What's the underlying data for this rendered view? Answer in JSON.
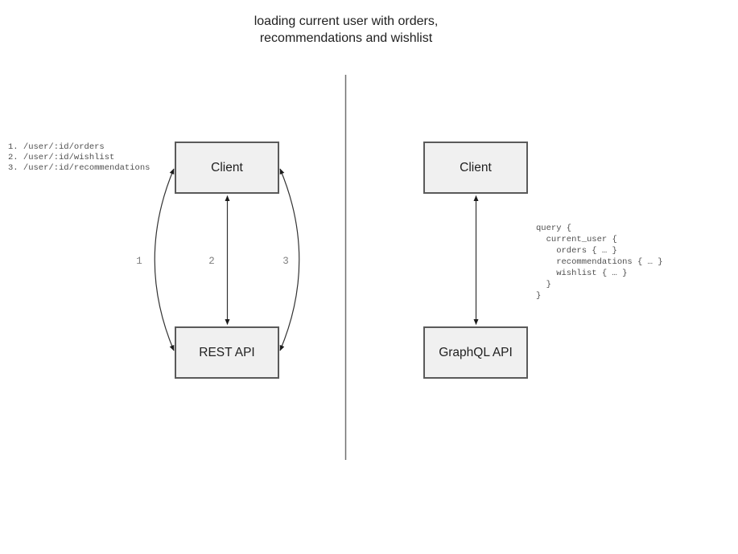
{
  "title": "loading current user with orders,\nrecommendations and wishlist",
  "rest_panel": {
    "client_box": "Client",
    "api_box": "REST API",
    "endpoints": [
      "1. /user/:id/orders",
      "2. /user/:id/wishlist",
      "3. /user/:id/recommendations"
    ],
    "arrow_labels": [
      "1",
      "2",
      "3"
    ]
  },
  "graphql_panel": {
    "client_box": "Client",
    "api_box": "GraphQL API",
    "query": [
      "query {",
      "  current_user {",
      "    orders { … }",
      "    recommendations { … }",
      "    wishlist { … }",
      "  }",
      "}"
    ]
  },
  "colors": {
    "box_fill": "#f0f0f0",
    "box_border": "#5a5a5a",
    "arrow": "#333333",
    "divider": "#707070",
    "mono_text": "#4f4f4f",
    "label_gray": "#7f7f7f",
    "title_text": "#212121"
  }
}
